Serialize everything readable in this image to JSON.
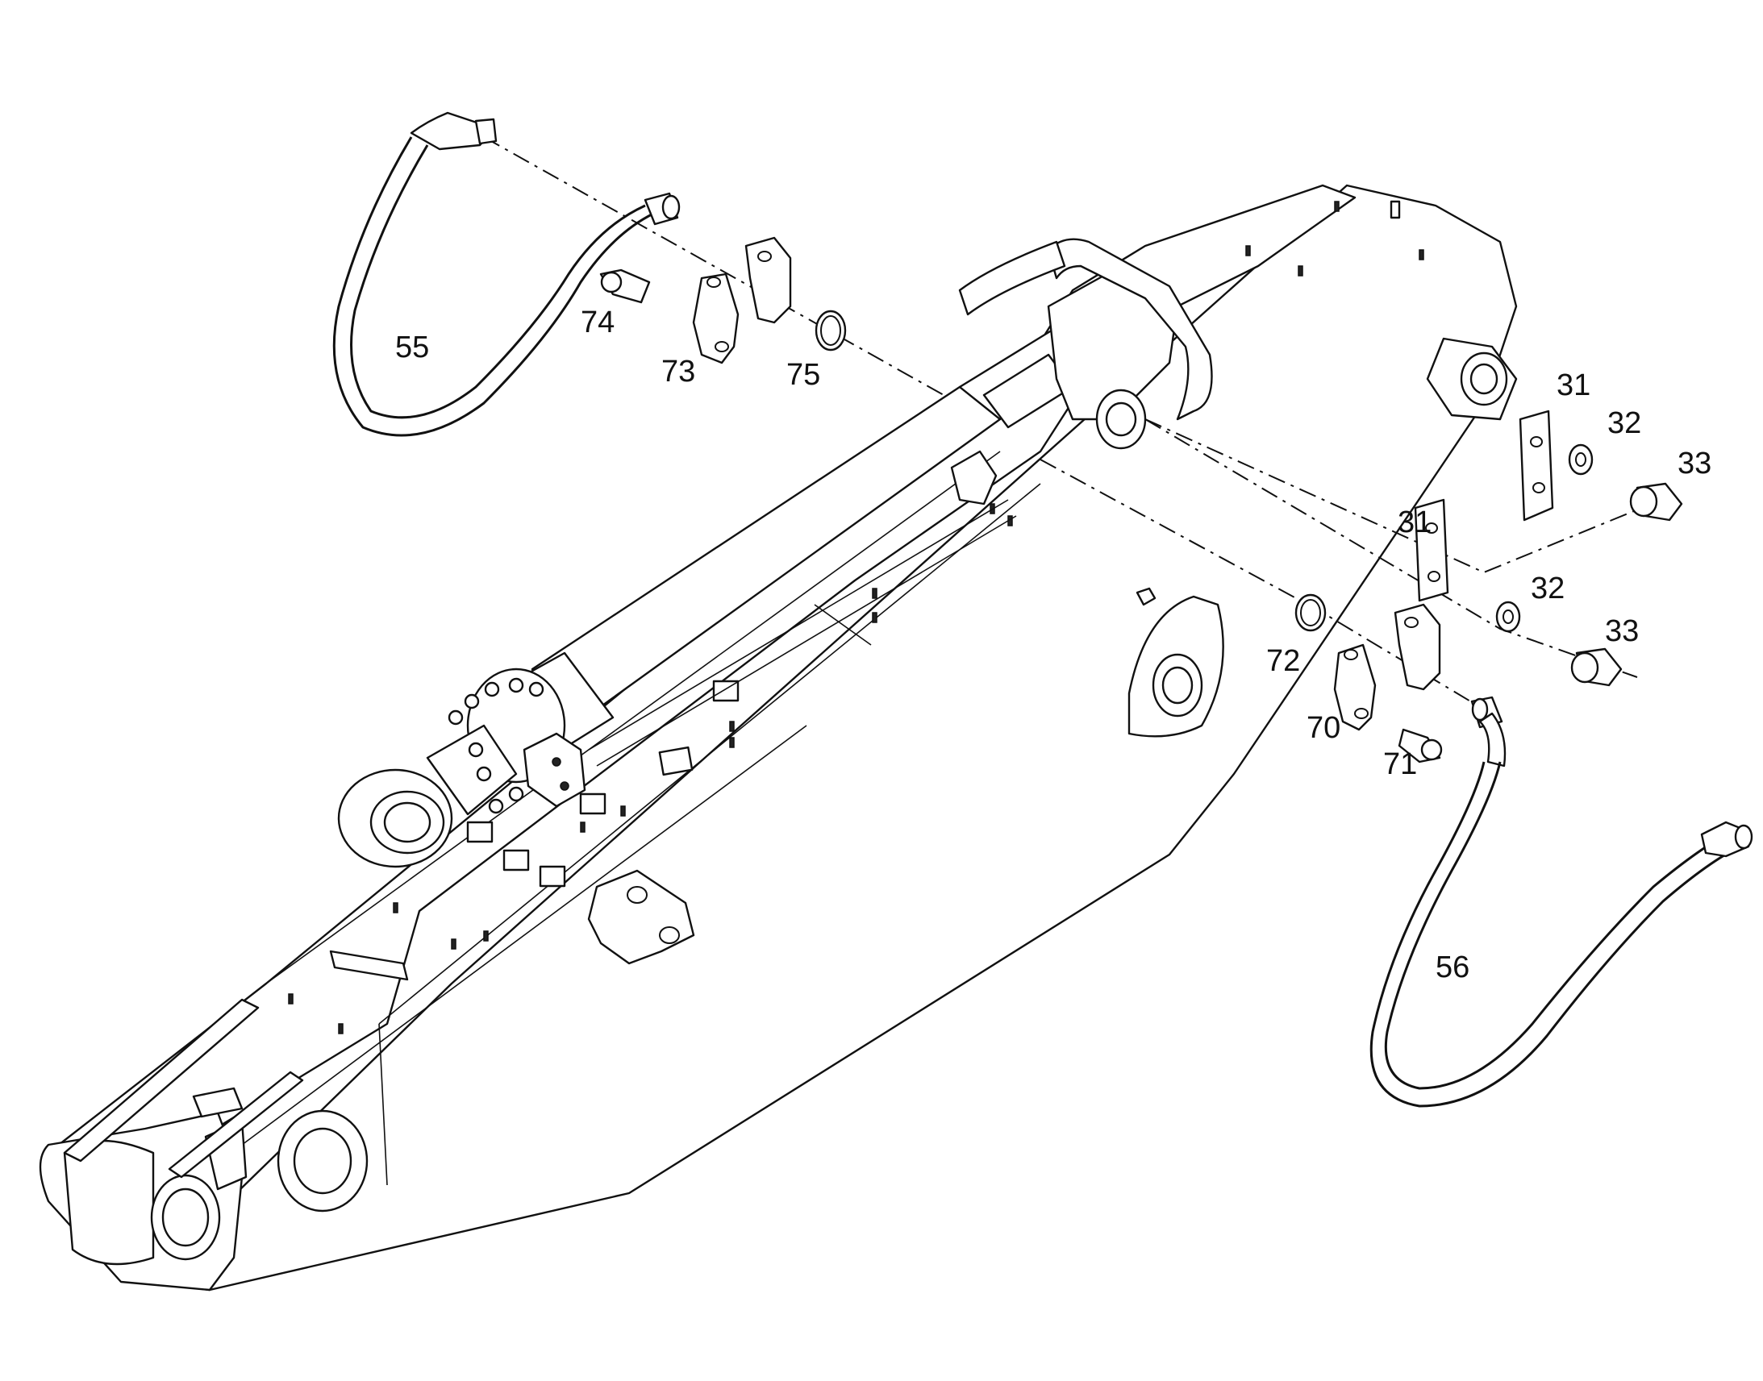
{
  "callouts": {
    "c55": "55",
    "c74": "74",
    "c73": "73",
    "c75": "75",
    "c31a": "31",
    "c32a": "32",
    "c33a": "33",
    "c31b": "31",
    "c32b": "32",
    "c33b": "33",
    "c72": "72",
    "c70": "70",
    "c71": "71",
    "c56": "56"
  }
}
